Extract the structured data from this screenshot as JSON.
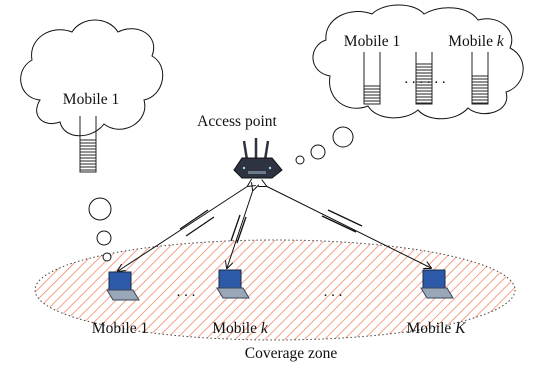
{
  "access_point": {
    "label": "Access point"
  },
  "left_cloud": {
    "label": "Mobile 1"
  },
  "right_cloud": {
    "label_first": "Mobile 1",
    "label_last_prefix": "Mobile ",
    "label_last_var": "k",
    "dots": ". . . . . ."
  },
  "mobiles": [
    {
      "prefix": "Mobile ",
      "var": "",
      "num": "1"
    },
    {
      "prefix": "Mobile ",
      "var": "k",
      "num": ""
    },
    {
      "prefix": "Mobile ",
      "var": "K",
      "num": ""
    }
  ],
  "ellipsis": ". . .",
  "coverage": {
    "label": "Coverage zone"
  },
  "colors": {
    "hatch": "#f08a6a",
    "laptop_screen": "#2c5aa8",
    "laptop_body": "#9aa7b8",
    "router": "#2d3340",
    "queue": "#222222"
  }
}
